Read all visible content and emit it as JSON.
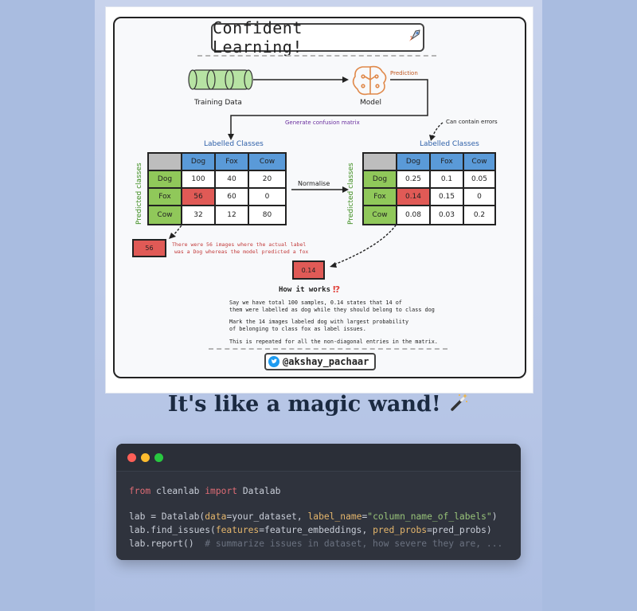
{
  "diagram": {
    "title": "Confident Learning!",
    "title_icon": "rocket-icon",
    "training_data_label": "Training Data",
    "model_label": "Model",
    "prediction_label": "Prediction",
    "generate_label": "Generate confusion matrix",
    "can_contain_errors": "Can contain errors",
    "labelled_classes": "Labelled Classes",
    "predicted_classes": "Predicted classes",
    "normalise_label": "Normalise",
    "classes": [
      "Dog",
      "Fox",
      "Cow"
    ],
    "count_matrix": [
      [
        "100",
        "40",
        "20"
      ],
      [
        "56",
        "60",
        "0"
      ],
      [
        "32",
        "12",
        "80"
      ]
    ],
    "prob_matrix": [
      [
        "0.25",
        "0.1",
        "0.05"
      ],
      [
        "0.14",
        "0.15",
        "0"
      ],
      [
        "0.08",
        "0.03",
        "0.2"
      ]
    ],
    "highlight_count": "56",
    "highlight_prob": "0.14",
    "count_note_line1": "There were 56 images where the actual label",
    "count_note_line2": "was a Dog whereas the model predicted a fox",
    "how_it_works": "How it works",
    "how_icon": "exclamation-question-icon",
    "explain_1a": "Say we have total 100 samples, 0.14 states that 14 of",
    "explain_1b": "them were labelled as dog while they should belong to class dog",
    "explain_2a": "Mark the 14 images labeled dog with largest probability",
    "explain_2b": "of belonging to class fox as label issues.",
    "explain_3": "This is repeated for all the non-diagonal entries in the matrix.",
    "handle": "@akshay_pachaar",
    "colors": {
      "header_blue": "#5a9ad8",
      "row_green": "#90c85a",
      "highlight_red": "#e05a56",
      "model_orange": "#e0894a"
    }
  },
  "tagline": "It's like a magic wand!",
  "tagline_icon": "magic-wand-icon",
  "code": {
    "line1_kw1": "from",
    "line1_mod": " cleanlab ",
    "line1_kw2": "import",
    "line1_name": " Datalab",
    "line2_a": "lab = Datalab(",
    "line2_p1": "data",
    "line2_b": "=your_dataset, ",
    "line2_p2": "label_name",
    "line2_c": "=",
    "line2_str": "\"column_name_of_labels\"",
    "line2_d": ")",
    "line3_a": "lab.find_issues(",
    "line3_p1": "features",
    "line3_b": "=feature_embeddings, ",
    "line3_p2": "pred_probs",
    "line3_c": "=pred_probs)",
    "line4_a": "lab.report()  ",
    "line4_cmt": "# summarize issues in dataset, how severe they are, ..."
  },
  "window_dots": [
    "#ff5f57",
    "#febc2e",
    "#28c840"
  ]
}
